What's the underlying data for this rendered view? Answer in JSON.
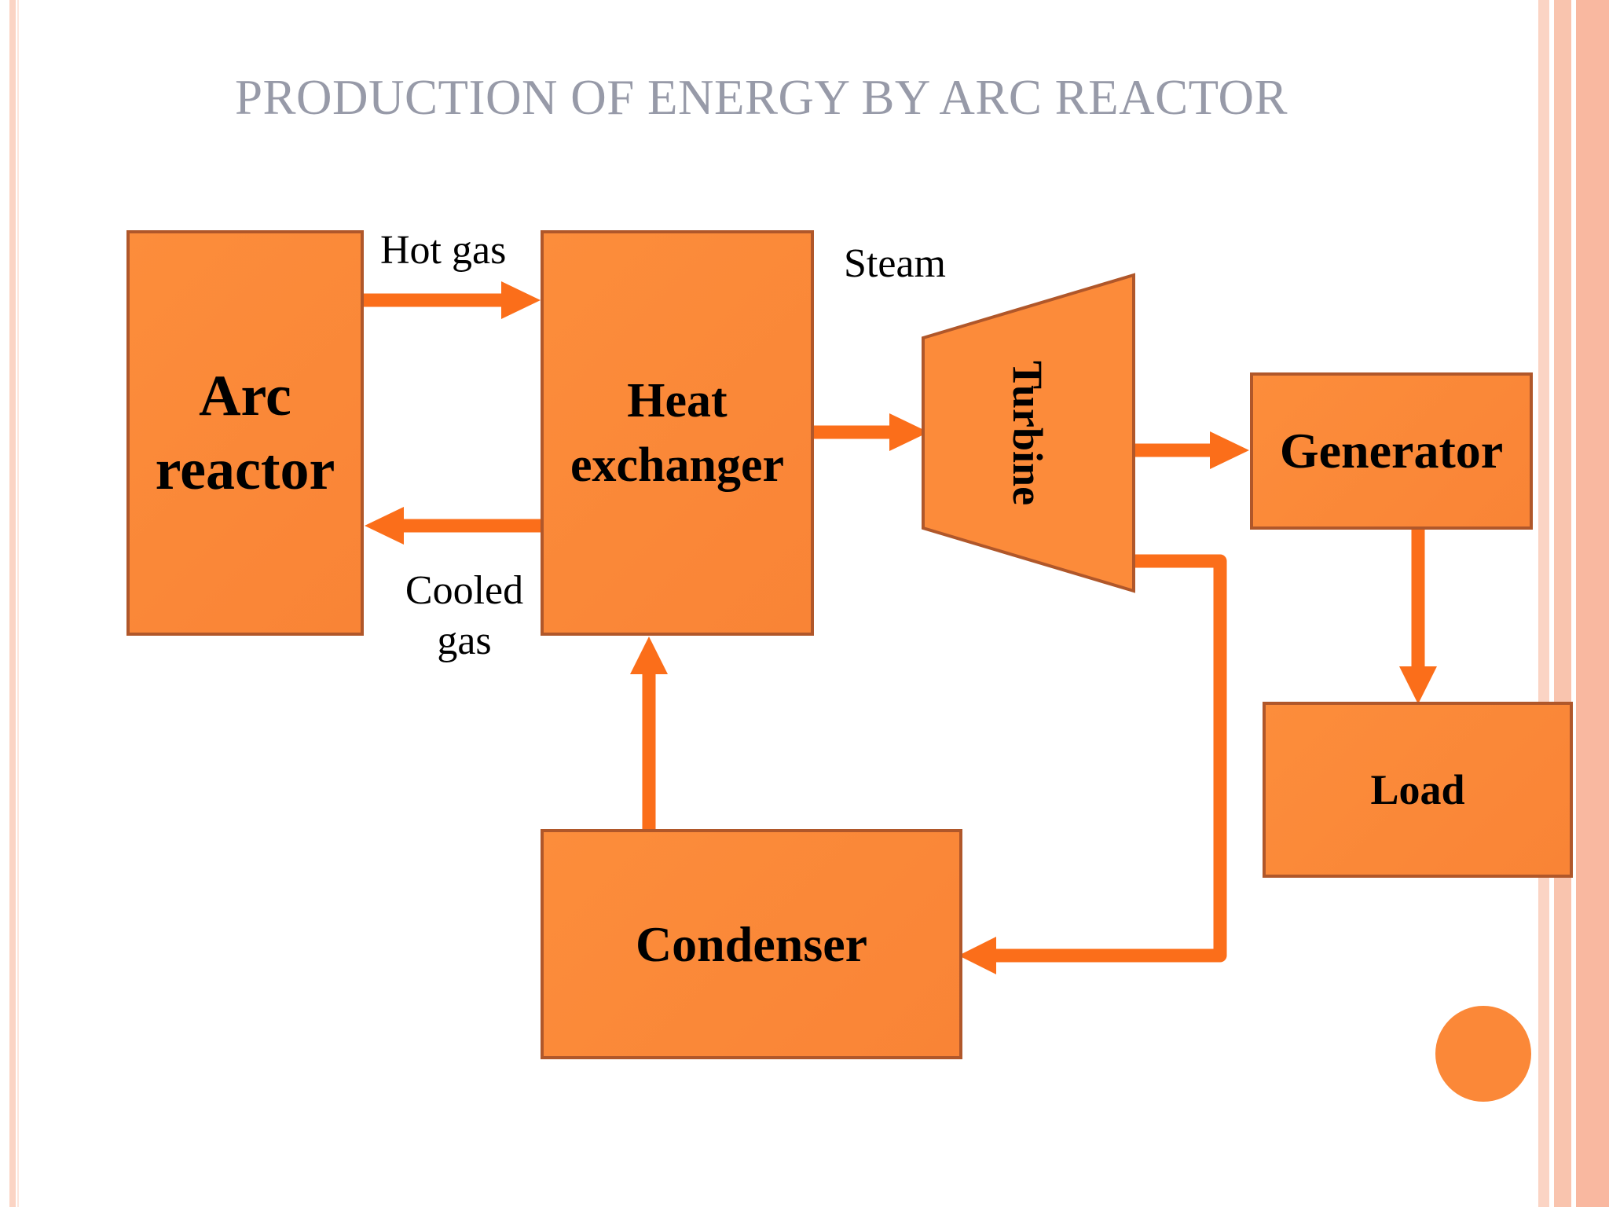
{
  "title": "PRODUCTION OF ENERGY BY ARC REACTOR",
  "colors": {
    "box_fill": "#fc8b3a",
    "box_border": "#b0572a",
    "arrow": "#fb6e1a",
    "title": "#979aa8",
    "accent_circle": "#fb8838",
    "stripe_light": "#fbd4c4",
    "stripe_dark": "#f9b8a0"
  },
  "nodes": {
    "arc_reactor": {
      "line1": "Arc",
      "line2": "reactor"
    },
    "heat_exchanger": {
      "line1": "Heat",
      "line2": "exchanger"
    },
    "turbine": {
      "label": "Turbine"
    },
    "generator": {
      "label": "Generator"
    },
    "load": {
      "label": "Load"
    },
    "condenser": {
      "label": "Condenser"
    }
  },
  "edges": {
    "hot_gas": {
      "label": "Hot gas"
    },
    "cooled_gas": {
      "line1": "Cooled",
      "line2": "gas"
    },
    "steam": {
      "label": "Steam"
    }
  }
}
